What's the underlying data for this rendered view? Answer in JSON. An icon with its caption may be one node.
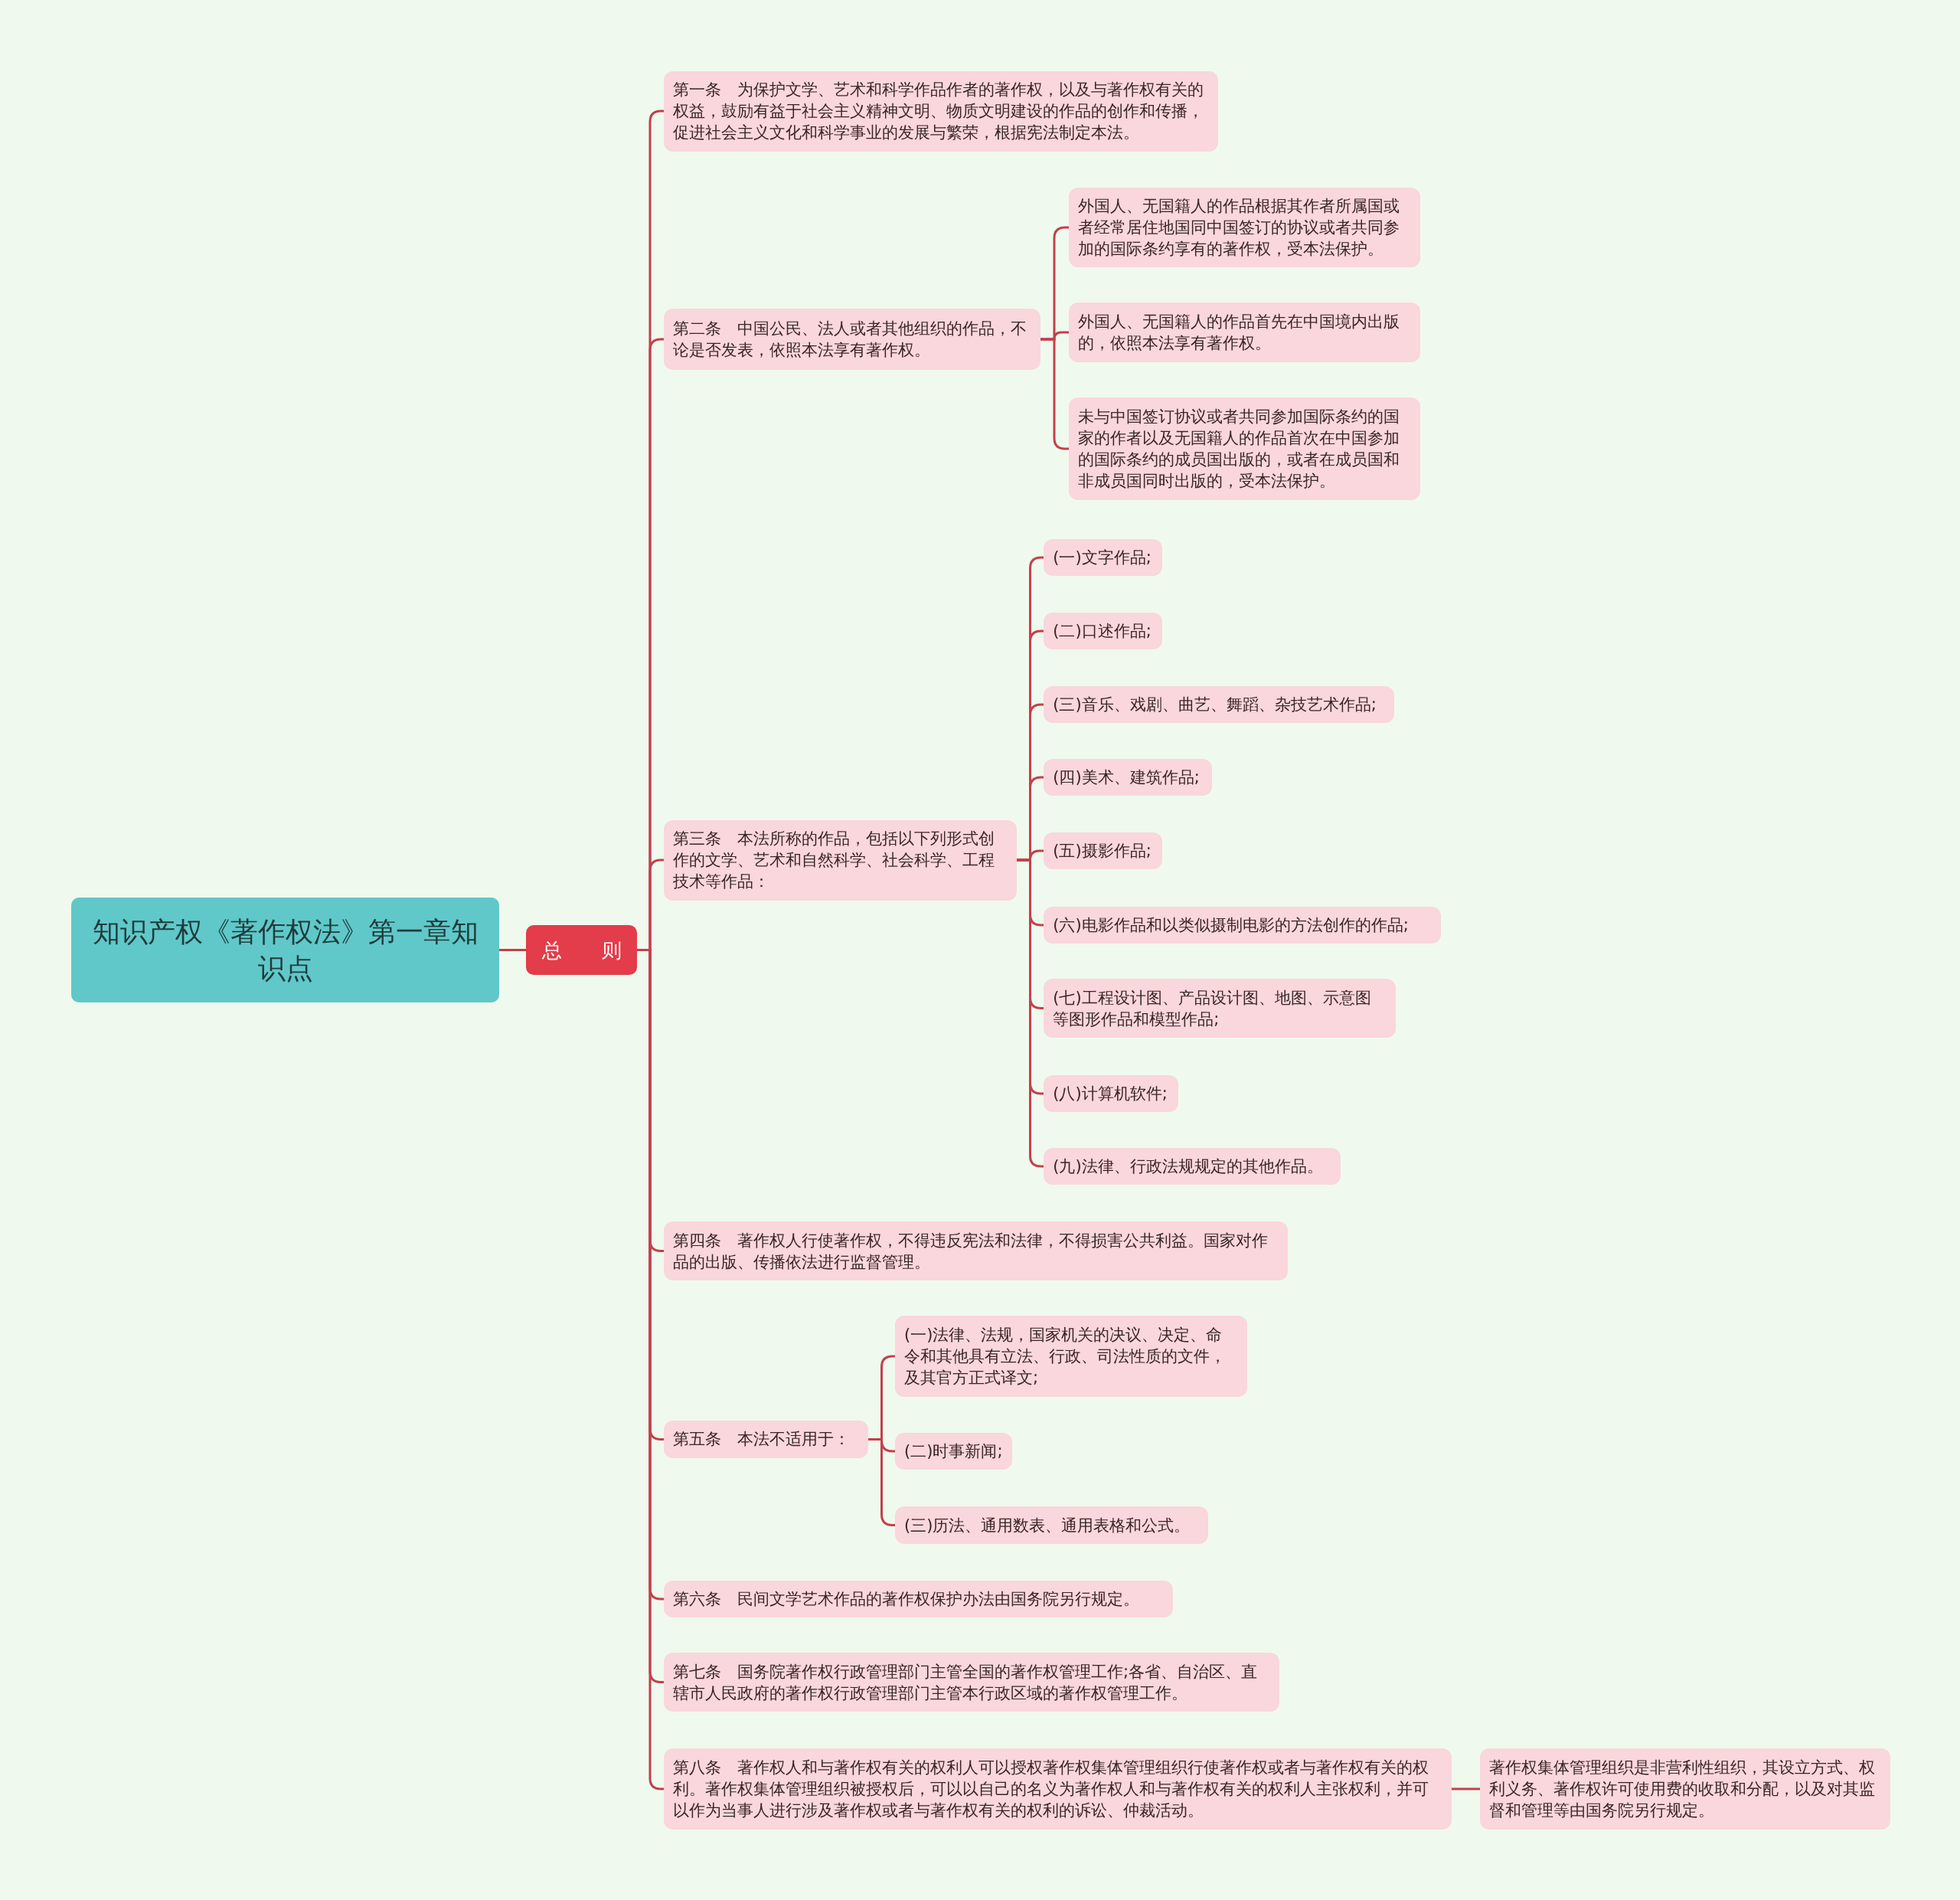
{
  "diagram": {
    "nodes": [
      {
        "text": [
          "知识产权《著作权法》第一章知识点"
        ]
      },
      {
        "text": [
          "总　　则"
        ]
      },
      {
        "text": [
          "第一条　为保护文学、艺术和科学作品作者的著作权，以及与著作权有关的权益，鼓励有益于社会主义精神文明、物质文明建设的作品的创作和传播，促进社会主义文化和科学事业的发展与繁荣，根据宪法制定本法。"
        ]
      },
      {
        "text": [
          "第二条　中国公民、法人或者其他组织的作品，不论是否发表，依照本法享有著作权。"
        ]
      },
      {
        "text": [
          "外国人、无国籍人的作品根据其作者所属国或者经常居住地国同中国签订的协议或者共同参加的国际条约享有的著作权，受本法保护。"
        ]
      },
      {
        "text": [
          "外国人、无国籍人的作品首先在中国境内出版的，依照本法享有著作权。"
        ]
      },
      {
        "text": [
          "未与中国签订协议或者共同参加国际条约的国家的作者以及无国籍人的作品首次在中国参加的国际条约的成员国出版的，或者在成员国和非成员国同时出版的，受本法保护。"
        ]
      },
      {
        "text": [
          "第三条　本法所称的作品，包括以下列形式创作的文学、艺术和自然科学、社会科学、工程技术等作品："
        ]
      },
      {
        "text": [
          "(一)文字作品;"
        ]
      },
      {
        "text": [
          "(二)口述作品;"
        ]
      },
      {
        "text": [
          "(三)音乐、戏剧、曲艺、舞蹈、杂技艺术作品;"
        ]
      },
      {
        "text": [
          "(四)美术、建筑作品;"
        ]
      },
      {
        "text": [
          "(五)摄影作品;"
        ]
      },
      {
        "text": [
          "(六)电影作品和以类似摄制电影的方法创作的作品;"
        ]
      },
      {
        "text": [
          "(七)工程设计图、产品设计图、地图、示意图等图形作品和模型作品;"
        ]
      },
      {
        "text": [
          "(八)计算机软件;"
        ]
      },
      {
        "text": [
          "(九)法律、行政法规规定的其他作品。"
        ]
      },
      {
        "text": [
          "第四条　著作权人行使著作权，不得违反宪法和法律，不得损害公共利益。国家对作品的出版、传播依法进行监督管理。"
        ]
      },
      {
        "text": [
          "第五条　本法不适用于："
        ]
      },
      {
        "text": [
          "(一)法律、法规，国家机关的决议、决定、命令和其他具有立法、行政、司法性质的文件，及其官方正式译文;"
        ]
      },
      {
        "text": [
          "(二)时事新闻;"
        ]
      },
      {
        "text": [
          "(三)历法、通用数表、通用表格和公式。"
        ]
      },
      {
        "text": [
          "第六条　民间文学艺术作品的著作权保护办法由国务院另行规定。"
        ]
      },
      {
        "text": [
          "第七条　国务院著作权行政管理部门主管全国的著作权管理工作;各省、自治区、直辖市人民政府的著作权行政管理部门主管本行政区域的著作权管理工作。"
        ]
      },
      {
        "text": [
          "第八条　著作权人和与著作权有关的权利人可以授权著作权集体管理组织行使著作权或者与著作权有关的权利。著作权集体管理组织被授权后，可以以自己的名义为著作权人和与著作权有关的权利人主张权利，并可以作为当事人进行涉及著作权或者与著作权有关的权利的诉讼、仲裁活动。"
        ]
      },
      {
        "text": [
          "著作权集体管理组织是非营利性组织，其设立方式、权利义务、著作权许可使用费的收取和分配，以及对其监督和管理等由国务院另行规定。"
        ]
      }
    ],
    "edges": [
      {
        "from": 0,
        "to": 1,
        "arrow": "none"
      },
      {
        "from": 1,
        "to": 2,
        "arrow": "none"
      },
      {
        "from": 1,
        "to": 3,
        "arrow": "none"
      },
      {
        "from": 3,
        "to": 4,
        "arrow": "none"
      },
      {
        "from": 3,
        "to": 5,
        "arrow": "none"
      },
      {
        "from": 3,
        "to": 6,
        "arrow": "none"
      },
      {
        "from": 1,
        "to": 7,
        "arrow": "none"
      },
      {
        "from": 7,
        "to": 8,
        "arrow": "none"
      },
      {
        "from": 7,
        "to": 9,
        "arrow": "none"
      },
      {
        "from": 7,
        "to": 10,
        "arrow": "none"
      },
      {
        "from": 7,
        "to": 11,
        "arrow": "none"
      },
      {
        "from": 7,
        "to": 12,
        "arrow": "none"
      },
      {
        "from": 7,
        "to": 13,
        "arrow": "none"
      },
      {
        "from": 7,
        "to": 14,
        "arrow": "none"
      },
      {
        "from": 7,
        "to": 15,
        "arrow": "none"
      },
      {
        "from": 7,
        "to": 16,
        "arrow": "none"
      },
      {
        "from": 1,
        "to": 17,
        "arrow": "none"
      },
      {
        "from": 1,
        "to": 18,
        "arrow": "none"
      },
      {
        "from": 18,
        "to": 19,
        "arrow": "none"
      },
      {
        "from": 18,
        "to": 20,
        "arrow": "none"
      },
      {
        "from": 18,
        "to": 21,
        "arrow": "none"
      },
      {
        "from": 1,
        "to": 22,
        "arrow": "none"
      },
      {
        "from": 1,
        "to": 23,
        "arrow": "none"
      },
      {
        "from": 1,
        "to": 24,
        "arrow": "none"
      },
      {
        "from": 24,
        "to": 25,
        "arrow": "none"
      }
    ]
  }
}
